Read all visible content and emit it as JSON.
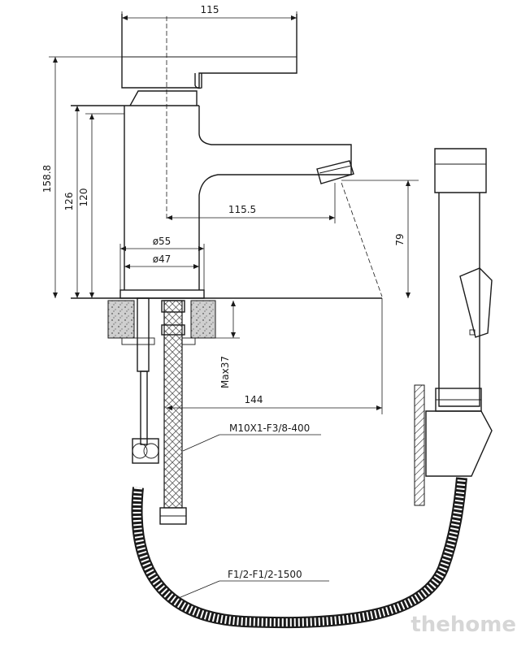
{
  "dimensions": {
    "width_top": "115",
    "height_total": "158.8",
    "height_body": "126",
    "height_spout": "120",
    "reach_spout": "115.5",
    "aerator_height": "79",
    "base_dia": "ø55",
    "inner_dia": "ø47",
    "max_deck": "Max37",
    "reach_hose": "144"
  },
  "callouts": {
    "supply_hose": "M10X1-F3/8-400",
    "shower_hose": "F1/2-F1/2-1500"
  },
  "watermark": "thehome"
}
